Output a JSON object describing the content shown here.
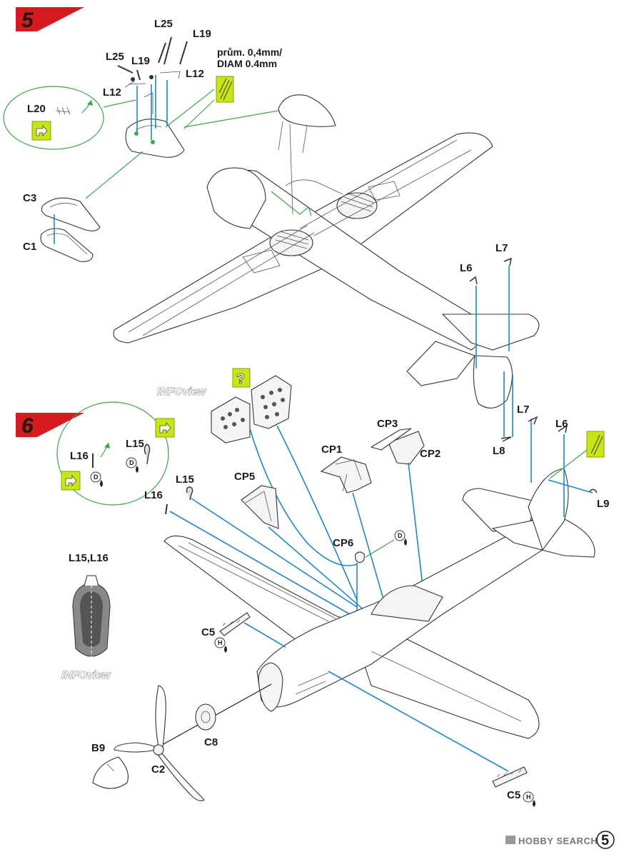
{
  "steps": [
    {
      "number": "5",
      "color": "#d71920"
    },
    {
      "number": "6",
      "color": "#d71920"
    }
  ],
  "note": {
    "line1": "prům. 0,4mm/",
    "line2": "DIAM 0.4mm"
  },
  "info_labels": {
    "top": "INFOview",
    "bottom": "INFOview"
  },
  "part_labels": {
    "L25_a": "L25",
    "L19_a": "L19",
    "L25_b": "L25",
    "L19_b": "L19",
    "L12_a": "L12",
    "L12_b": "L12",
    "L20": "L20",
    "C3": "C3",
    "C1": "C1",
    "L6_a": "L6",
    "L7_a": "L7",
    "L7_b": "L7",
    "L6_b": "L6",
    "L8": "L8",
    "L9": "L9",
    "CP1": "CP1",
    "CP2": "CP2",
    "CP3": "CP3",
    "CP5": "CP5",
    "CP6": "CP6",
    "L15_a": "L15",
    "L16_a": "L16",
    "L15_b": "L15",
    "L16_b": "L16",
    "L15L16": "L15,L16",
    "C5_a": "C5",
    "C5_b": "C5",
    "C8": "C8",
    "C2": "C2",
    "B9": "B9"
  },
  "paint_codes": {
    "D1": "D",
    "D2": "D",
    "D3": "D",
    "H1": "H",
    "H2": "H"
  },
  "icons": [
    "bend-arrow-icon",
    "help-question-icon",
    "paint-drop-icon",
    "clear-part-icon"
  ],
  "colors": {
    "accent_green": "#c8e614",
    "callout_line": "#3aa64a",
    "guide_line": "#1f86c8",
    "step_red": "#d71920"
  },
  "footer": {
    "watermark": "HOBBY SEARCH",
    "page": "5"
  }
}
